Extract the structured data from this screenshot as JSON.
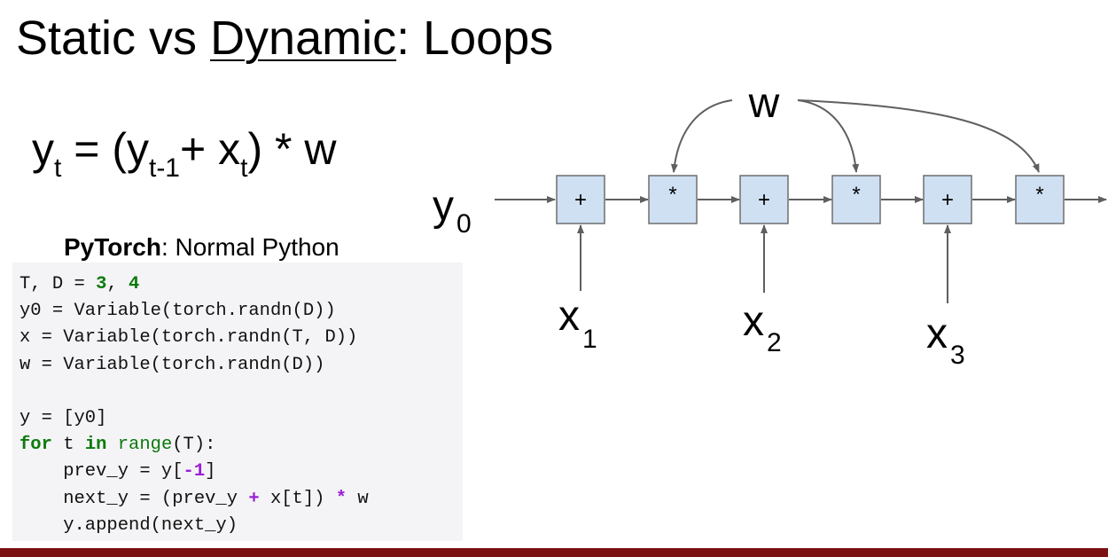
{
  "slide": {
    "title_pre": "Static vs ",
    "title_emph": "Dynamic",
    "title_post": ": Loops"
  },
  "equation": {
    "y": "y",
    "t": "t",
    "eq_open": " = (y",
    "t_minus_1": "t-1",
    "plus_x": "+ x",
    "t2": "t",
    "close_times_w": ") * w"
  },
  "code": {
    "label_bold": "PyTorch",
    "label_rest": ": Normal Python",
    "line1_pre": "T, D = ",
    "line1_n1": "3",
    "line1_mid": ", ",
    "line1_n2": "4",
    "line2": "y0 = Variable(torch.randn(D))",
    "line3": "x = Variable(torch.randn(T, D))",
    "line4": "w = Variable(torch.randn(D))",
    "line6": "y = [y0]",
    "line7_for": "for",
    "line7_t": " t ",
    "line7_in": "in",
    "line7_sp": " ",
    "line7_range": "range",
    "line7_rest": "(T):",
    "line8_pre": "    prev_y = y[",
    "line8_neg": "-1",
    "line8_post": "]",
    "line9_pre": "    next_y = (prev_y ",
    "line9_plus": "+",
    "line9_mid": " x[t]) ",
    "line9_times": "*",
    "line9_post": " w",
    "line10": "    y.append(next_y)"
  },
  "diagram": {
    "w_label": "w",
    "y0_main": "y",
    "y0_sub": "0",
    "node_ops": [
      "+",
      "*",
      "+",
      "*",
      "+",
      "*"
    ],
    "inputs": [
      {
        "main": "x",
        "sub": "1"
      },
      {
        "main": "x",
        "sub": "2"
      },
      {
        "main": "x",
        "sub": "3"
      }
    ]
  },
  "colors": {
    "node_fill": "#cfe0f3",
    "code_keyword": "#0b7a0b",
    "code_operator": "#9a1fd6",
    "footer_bar": "#7b1113"
  }
}
